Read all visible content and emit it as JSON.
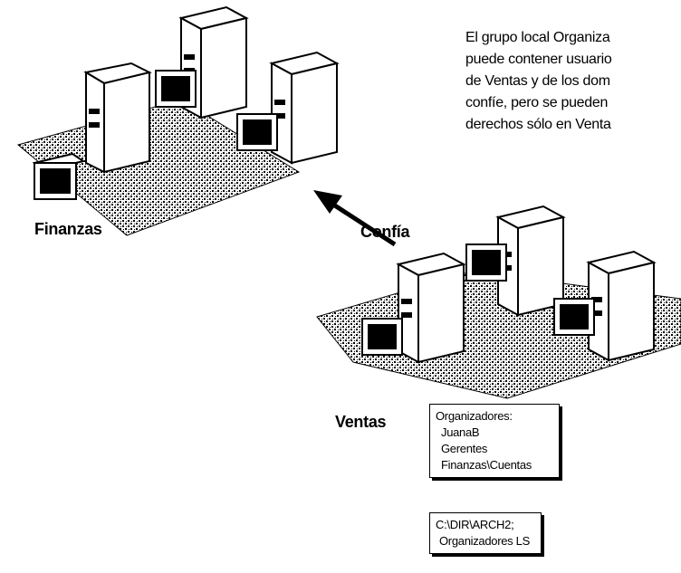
{
  "caption": {
    "lines": [
      "El grupo local Organiza",
      "puede contener usuario",
      "de Ventas y de los dom",
      "confíe, pero se pueden",
      "derechos sólo en Venta"
    ]
  },
  "labels": {
    "finanzas": "Finanzas",
    "ventas": "Ventas",
    "trust_arrow": "Confía"
  },
  "group_box": {
    "title": "Organizadores:",
    "members": [
      "JuanaB",
      "Gerentes",
      "Finanzas\\Cuentas"
    ]
  },
  "permission_box": {
    "line1": "C:\\DIR\\ARCH2;",
    "line2": "Organizadores LS"
  }
}
